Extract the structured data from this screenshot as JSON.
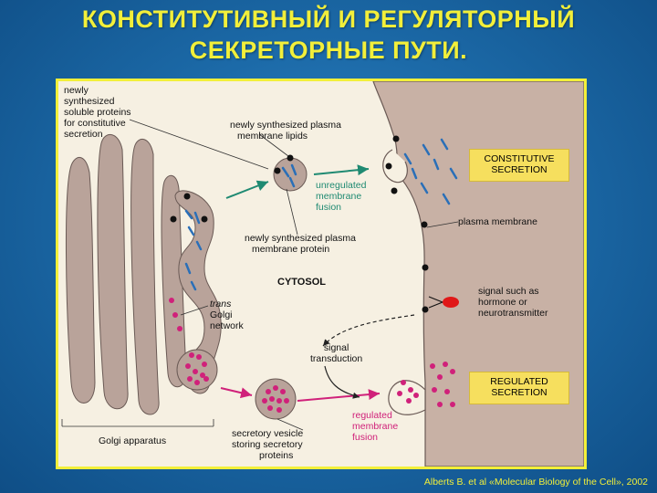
{
  "title": {
    "line1": "КОНСТИТУТИВНЫЙ И РЕГУЛЯТОРНЫЙ",
    "line2": "СЕКРЕТОРНЫЕ ПУТИ."
  },
  "diagram": {
    "labels": {
      "soluble_1": "newly",
      "soluble_2": "synthesized",
      "soluble_3": "soluble proteins",
      "soluble_4": "for constitutive",
      "soluble_5": "secretion",
      "lipids_1": "newly synthesized plasma",
      "lipids_2": "membrane lipids",
      "unreg_1": "unregulated",
      "unreg_2": "membrane",
      "unreg_3": "fusion",
      "protein_1": "newly synthesized plasma",
      "protein_2": "membrane protein",
      "cytosol": "CYTOSOL",
      "trans_1": "trans",
      "trans_2": "Golgi",
      "trans_3": "network",
      "plasma_membrane": "plasma membrane",
      "signal_1": "signal such as",
      "signal_2": "hormone or",
      "signal_3": "neurotransmitter",
      "transduction_1": "signal",
      "transduction_2": "transduction",
      "reg_1": "regulated",
      "reg_2": "membrane",
      "reg_3": "fusion",
      "vesicle_1": "secretory vesicle",
      "vesicle_2": "storing secretory",
      "vesicle_3": "proteins",
      "golgi_apparatus": "Golgi apparatus"
    },
    "constitutive_box": {
      "line1": "CONSTITUTIVE",
      "line2": "SECRETION"
    },
    "regulated_box": {
      "line1": "REGULATED",
      "line2": "SECRETION"
    },
    "colors": {
      "golgi": "#b9a39a",
      "cell_exterior": "#c8b1a5",
      "pink_protein": "#d0217a",
      "blue_protein": "#2a6fb8",
      "teal_arrow": "#1f8a72",
      "box_fill": "#f6df5e"
    }
  },
  "credit": "Alberts B. et al «Molecular Biology of the Cell», 2002"
}
